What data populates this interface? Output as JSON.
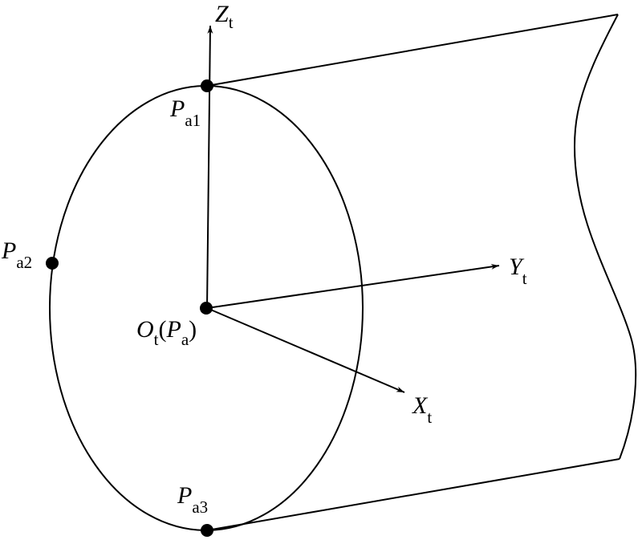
{
  "colors": {
    "stroke": "#000000",
    "background": "#ffffff",
    "point": "#000000"
  },
  "labels": {
    "z_axis": {
      "main": "Z",
      "sub": "t"
    },
    "y_axis": {
      "main": "Y",
      "sub": "t"
    },
    "x_axis": {
      "main": "X",
      "sub": "t"
    },
    "pa1": {
      "main": "P",
      "sub": "a1"
    },
    "pa2": {
      "main": "P",
      "sub": "a2"
    },
    "pa3": {
      "main": "P",
      "sub": "a3"
    },
    "origin": {
      "main": "O",
      "sub": "t",
      "open": "(",
      "inner_main": "P",
      "inner_sub": "a",
      "close": ")"
    }
  }
}
